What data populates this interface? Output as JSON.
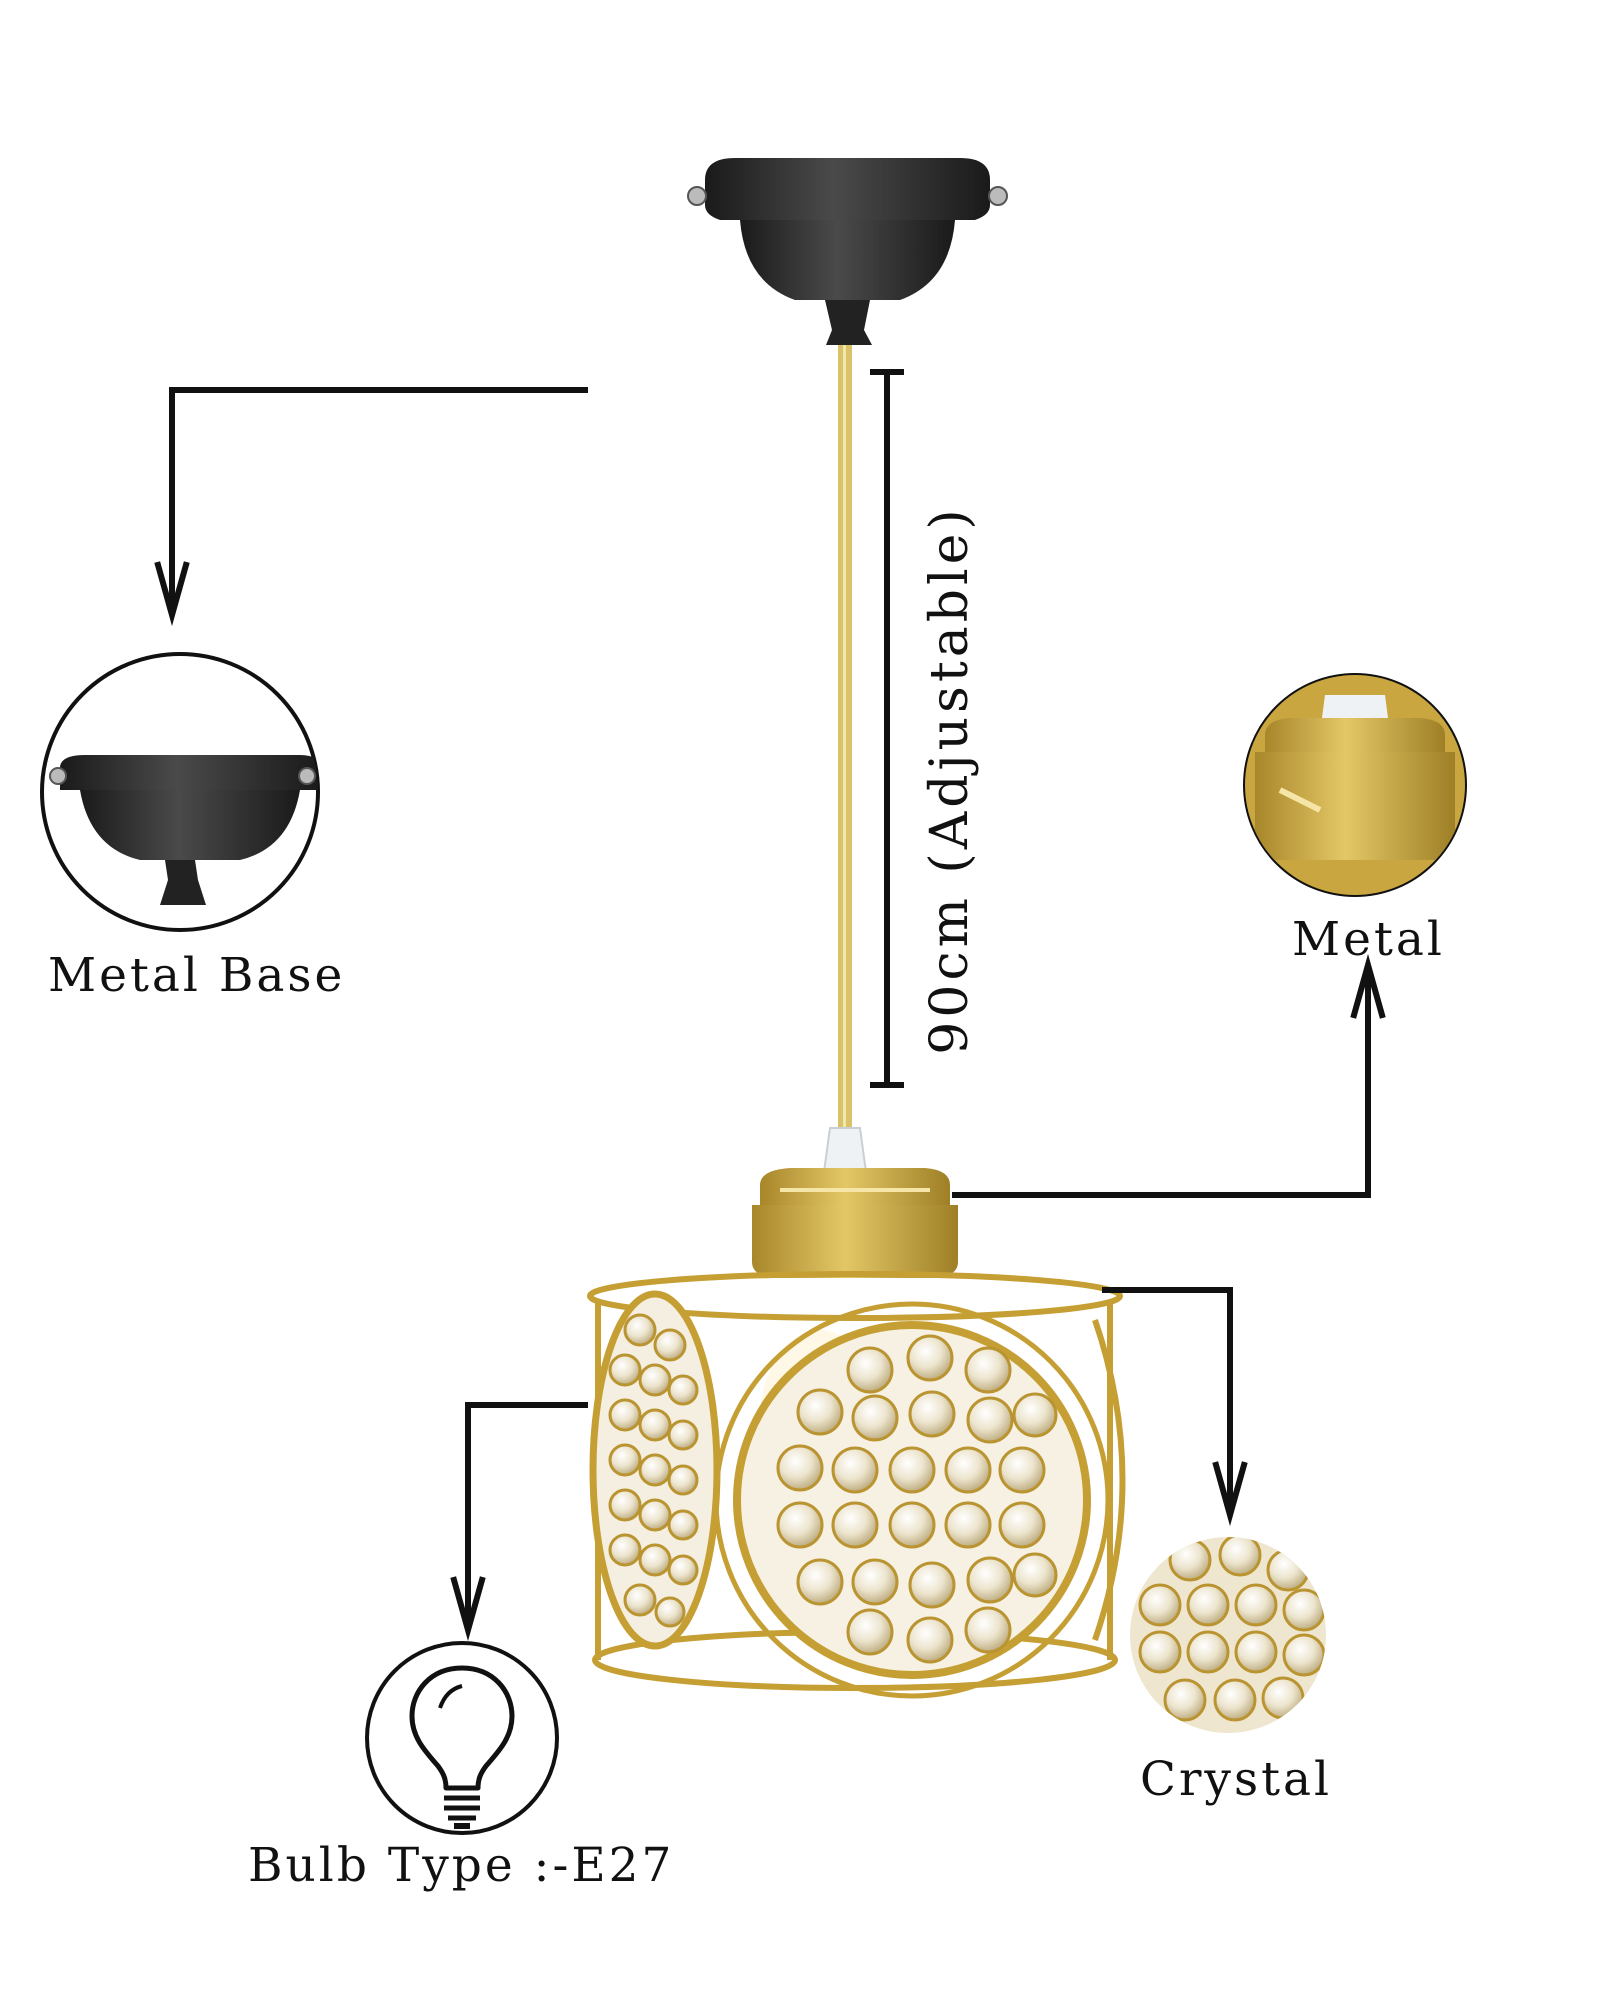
{
  "labels": {
    "metal_base": "Metal Base",
    "metal": "Metal",
    "crystal": "Crystal",
    "bulb_type": "Bulb Type :-E27",
    "cord_length": "90cm (Adjustable)"
  },
  "colors": {
    "background": "#ffffff",
    "line": "#111111",
    "metal_black": "#2a2a2a",
    "gold": "#c9a640",
    "gold_dark": "#a8862a",
    "crystal": "#e9e2cf"
  },
  "icons": {
    "bulb": "lightbulb-icon"
  }
}
